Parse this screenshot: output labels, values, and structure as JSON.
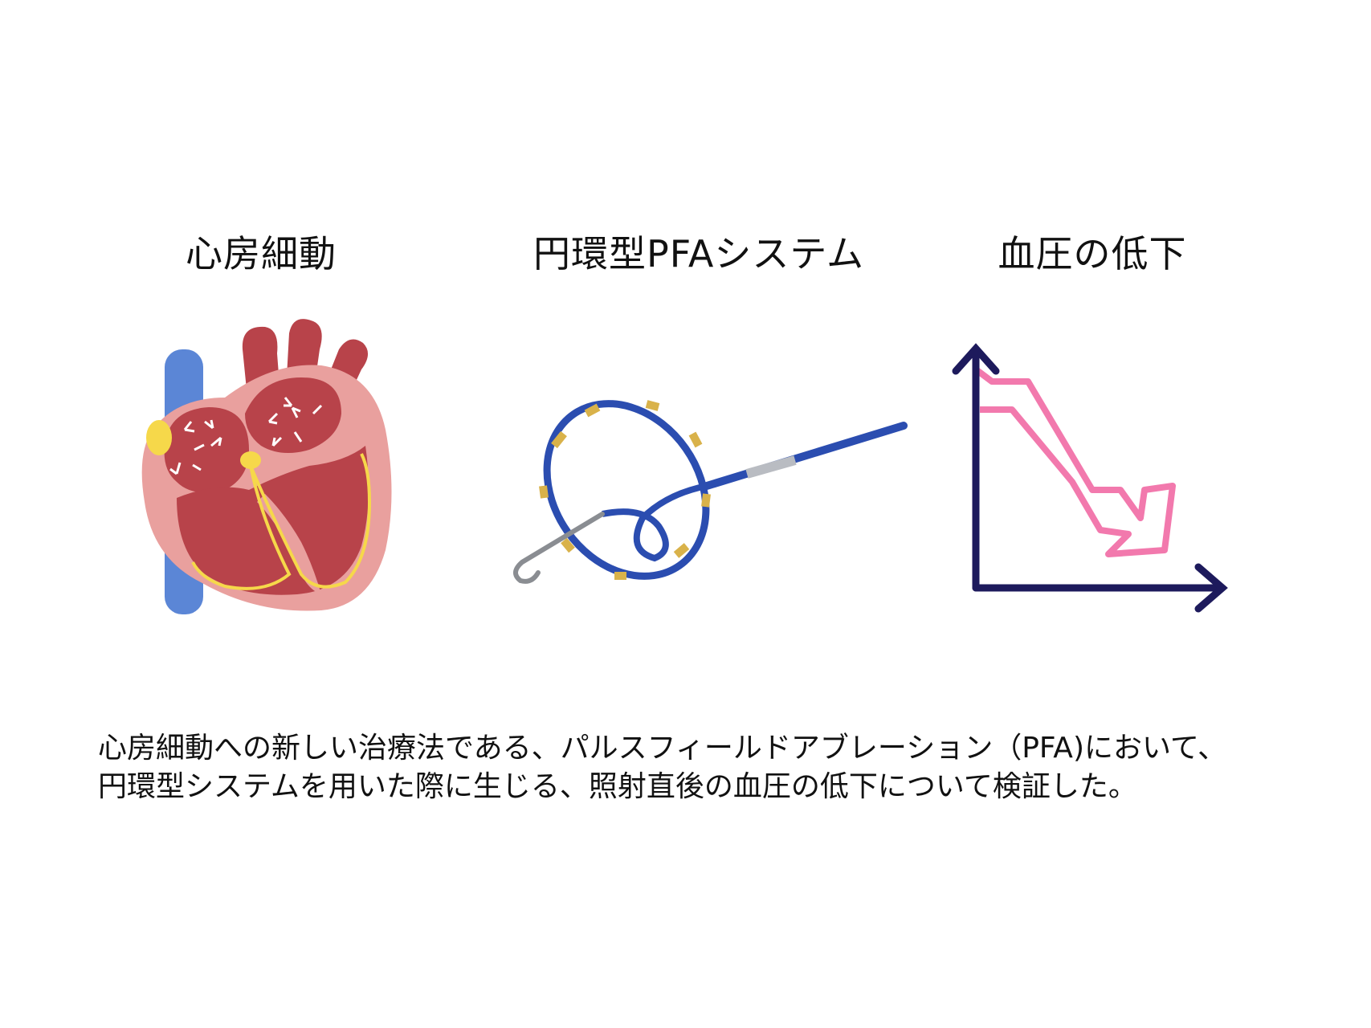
{
  "titles": {
    "atrial_fibrillation": "心房細動",
    "circular_pfa_system": "円環型PFAシステム",
    "bp_drop": "血圧の低下"
  },
  "caption": {
    "line1": "心房細動への新しい治療法である、パルスフィールドアブレーション（PFA)において、",
    "line2": "円環型システムを用いた際に生じる、照射直後の血圧の低下について検証した。"
  },
  "colors": {
    "heart_outer": "#e9a09e",
    "heart_muscle": "#b8434a",
    "vessel_blue": "#5b86d6",
    "node_yellow": "#f6d84a",
    "catheter_blue": "#2b4db0",
    "electrode_gold": "#d9b24a",
    "axis_navy": "#1d1a5c",
    "trend_pink": "#f279ad"
  },
  "icons": [
    "heart-illustration",
    "pfa-catheter-illustration",
    "bp-drop-chart-icon"
  ]
}
